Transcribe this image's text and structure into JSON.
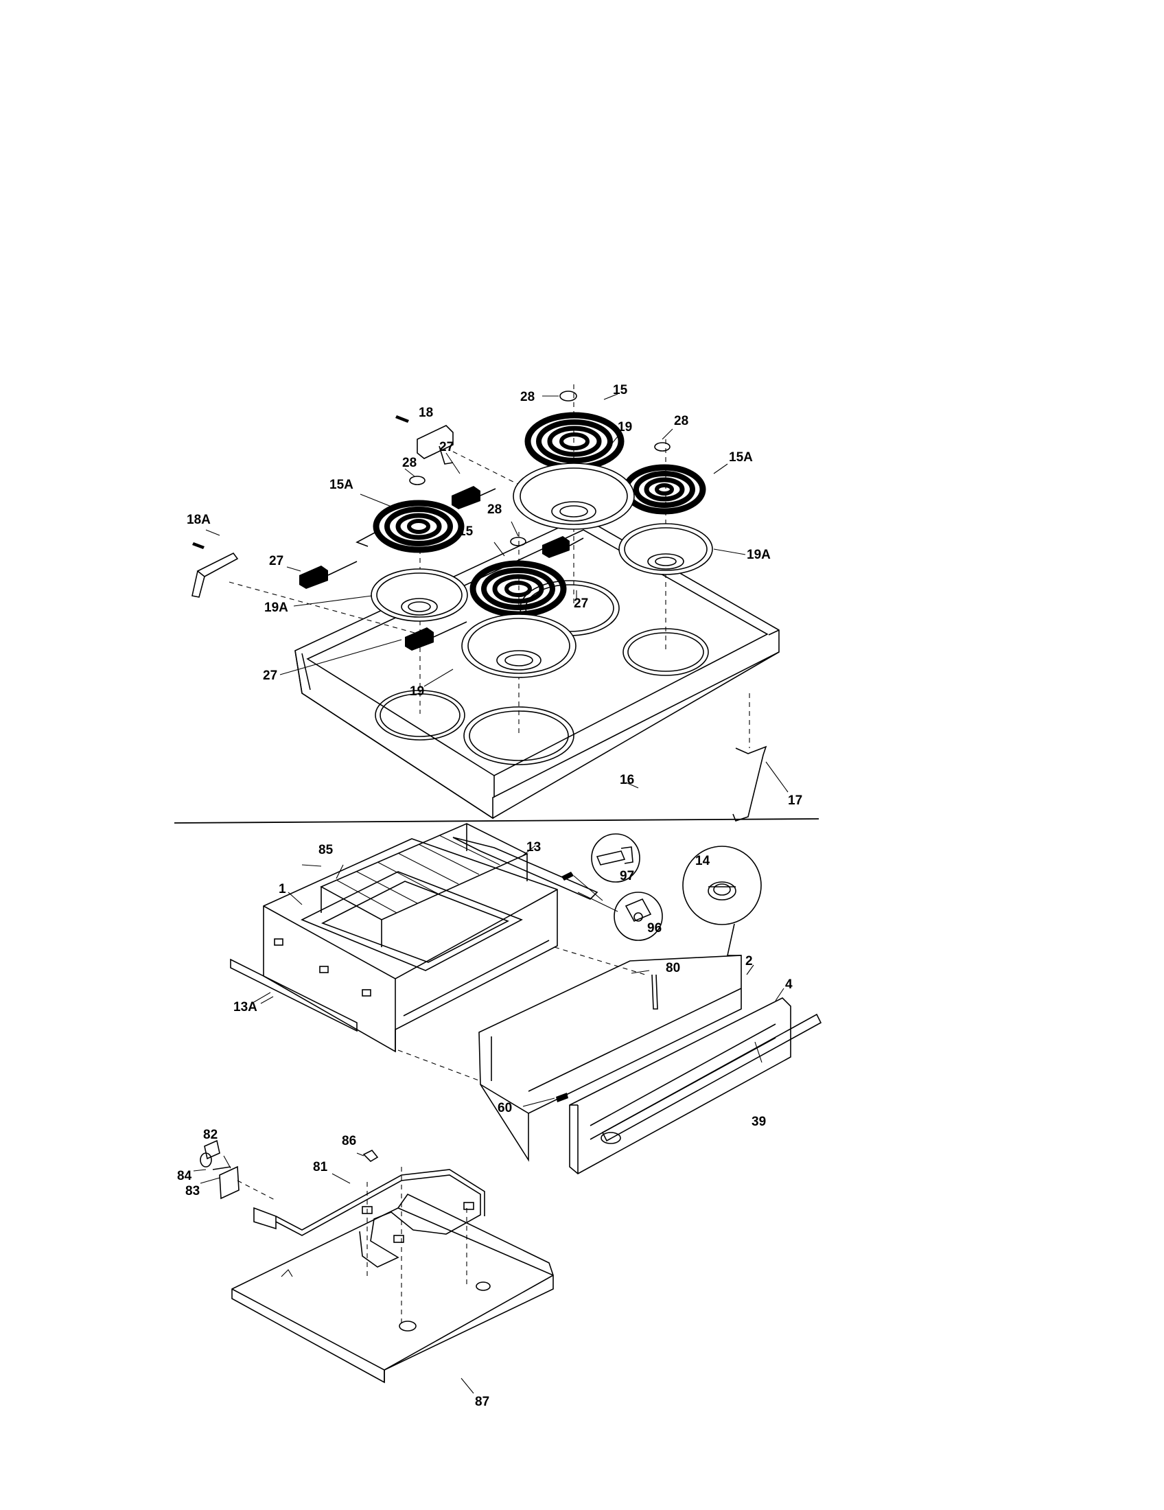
{
  "callouts": {
    "c28a": "28",
    "c15a": "15",
    "c18": "18",
    "c19a": "19",
    "c28b": "28",
    "c15Aa": "15A",
    "c28c": "28",
    "c27a": "27",
    "c15Ab": "15A",
    "c28d": "28",
    "c15b": "15",
    "c18A": "18A",
    "c27b": "27",
    "c19Ab": "19A",
    "c19Aa": "19A",
    "c27c": "27",
    "c27d": "27",
    "c19b": "19",
    "c16": "16",
    "c17": "17",
    "c13": "13",
    "c85": "85",
    "c97": "97",
    "c14": "14",
    "c1": "1",
    "c96": "96",
    "c80": "80",
    "c2": "2",
    "c13A": "13A",
    "c4": "4",
    "c60": "60",
    "c39": "39",
    "c86": "86",
    "c82": "82",
    "c81": "81",
    "c84": "84",
    "c83": "83",
    "c87": "87"
  }
}
